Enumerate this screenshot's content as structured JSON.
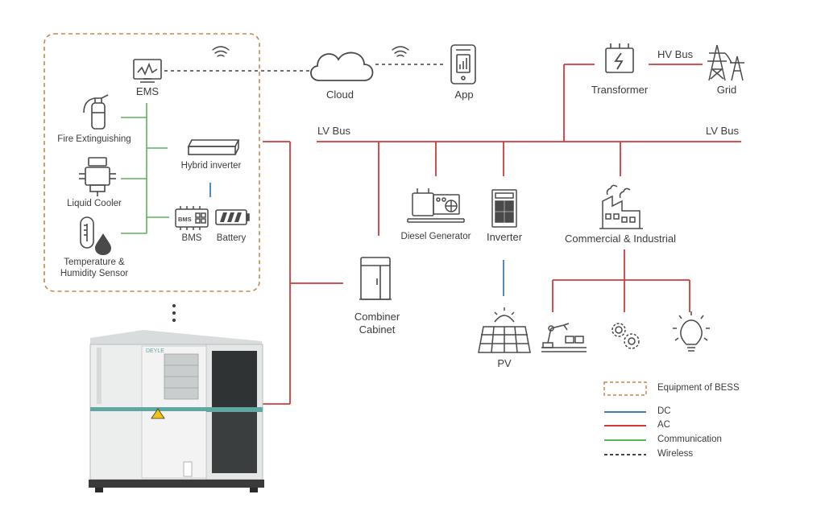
{
  "labels": {
    "ems": "EMS",
    "cloud": "Cloud",
    "app": "App",
    "transformer": "Transformer",
    "hv_bus": "HV Bus",
    "grid": "Grid",
    "lv_bus_left": "LV Bus",
    "lv_bus_right": "LV Bus",
    "fire": "Fire Extinguishing",
    "hybrid_inverter": "Hybrid inverter",
    "liquid_cooler": "Liquid Cooler",
    "bms": "BMS",
    "bms_chip": "BMS",
    "battery": "Battery",
    "temp_sensor_1": "Temperature &",
    "temp_sensor_2": "Humidity Sensor",
    "diesel": "Diesel Generator",
    "inverter": "Inverter",
    "ci": "Commercial & Industrial",
    "combiner_1": "Combiner",
    "combiner_2": "Cabinet",
    "pv": "PV",
    "brand": "DEYLE"
  },
  "legend": [
    {
      "label": "Equipment of BESS",
      "style": "dashed-box",
      "color": "#c8874a"
    },
    {
      "label": "DC",
      "style": "line",
      "color": "#3f7fb5"
    },
    {
      "label": "AC",
      "style": "line",
      "color": "#d23b3b"
    },
    {
      "label": "Communication",
      "style": "line",
      "color": "#5bb35b"
    },
    {
      "label": "Wireless",
      "style": "dashed",
      "color": "#444444"
    }
  ],
  "colors": {
    "ac": "#d23b3b",
    "dc": "#3f7fb5",
    "comm": "#5bb35b",
    "wireless": "#444444",
    "bess_box": "#c8874a",
    "icon": "#4a4a4a"
  }
}
